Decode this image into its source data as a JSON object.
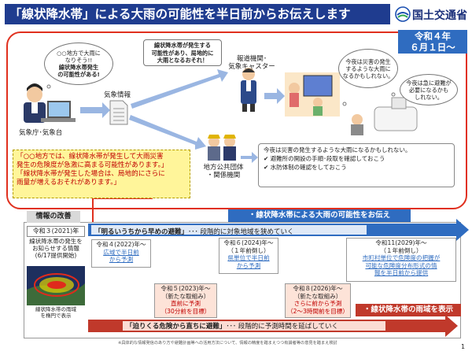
{
  "header": {
    "title": "「線状降水帯」による大雨の可能性を半日前からお伝えします",
    "ministry": "国土交通省"
  },
  "date_badge": {
    "line1": "令和４年",
    "line2": "６月１日～"
  },
  "upper": {
    "agency_bubble": {
      "line1": "○○地方で大雨に",
      "line2": "なりそう!!",
      "line3": "線状降水帯発生",
      "line4": "の可能性がある!"
    },
    "agency_label": "気象庁･気象台",
    "weather_info_label": "気象情報",
    "media_bubble": {
      "line1": "線状降水帯が発生する",
      "line2": "可能性があり、局地的に",
      "line3": "大雨となるおそれ！"
    },
    "media_label": {
      "line1": "報道機関･",
      "line2": "気象キャスター"
    },
    "home_bubble1": {
      "line1": "今夜は災害の発生",
      "line2": "するような大雨に",
      "line3": "なるかもしれない。"
    },
    "home_bubble2": {
      "line1": "今夜は急に避難が",
      "line2": "必要になるかも",
      "line3": "しれない。"
    },
    "local_label": {
      "line1": "地方公共団体",
      "line2": "・関係機関"
    },
    "local_message": {
      "line1": "今夜は災害の発生するような大雨になるかもしれない。",
      "line2": "✔ 避難所の開設の手順･段取を確認しておこう",
      "line3": "✔ 水防体制の確認をしておこう"
    },
    "yellow_notice": {
      "line1": "「○○地方では、線状降水帯が発生して大雨災害",
      "line2": "発生の危険度が急激に高まる可能性があります。」",
      "line3": "「線状降水帯が発生した場合は、局地的にさらに",
      "line4": "雨量が増えるおそれがあります。」"
    }
  },
  "lower": {
    "tab": "情報の改善",
    "r3_year": "令和３(2021)年",
    "r3_desc": {
      "line1": "線状降水帯の発生を",
      "line2": "お知らせする情報",
      "line3": "(6/17提供開始)"
    },
    "radar_caption": {
      "line1": "線状降水帯の雨域",
      "line2": "を楕円で表示"
    },
    "top_banner": "・線状降水帯による大雨の可能性をお伝え",
    "blue_arrow_text": {
      "bold": "「明るいうちから早めの避難」",
      "rest": "･･･ 段階的に対象地域を狭めていく"
    },
    "red_banner": "・線状降水帯の雨域を表示",
    "red_arrow_text": {
      "bold": "「迫りくる危険から直ちに避難」",
      "rest": "･･･ 段階的に予測時間を延ばしていく"
    },
    "plans_blue": [
      {
        "year": "令和４(2022)年～",
        "sub": "",
        "detail1": "広域で半日前",
        "detail2": "から予測"
      },
      {
        "year": "令和６(2024)年～",
        "sub": "（１年前倒し）",
        "detail1": "県単位で半日前",
        "detail2": "から予測"
      },
      {
        "year": "令和11(2029)年～",
        "sub": "（１年前倒し）",
        "detail1": "市町村単位で危険度の把握が",
        "detail2": "可能な危険度分布形式の情",
        "detail3": "報を半日前から提供"
      }
    ],
    "plans_red": [
      {
        "year": "令和５(2023)年～",
        "sub": "（新たな取組み）",
        "detail1": "直前に予測",
        "detail2": "（30分前を目標）"
      },
      {
        "year": "令和８(2026)年～",
        "sub": "（新たな取組み）",
        "detail1": "さらに前から予測",
        "detail2": "（2～3時間前を目標）"
      }
    ],
    "footnote": "※具体的な情報発信のあり方や避難計画等への活用方法について、情報の精度を踏まえつつ有識者等の意見を踏まえ検討",
    "page_number": "1"
  }
}
